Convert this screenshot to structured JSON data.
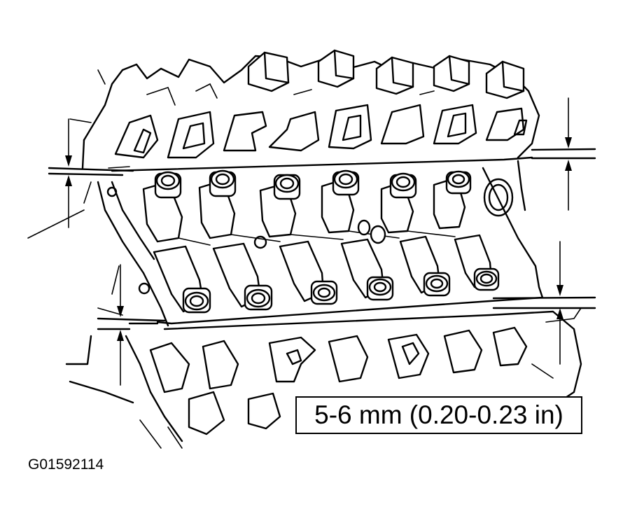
{
  "diagram": {
    "measurement_label": "5-6 mm (0.20-0.23 in)",
    "figure_id": "G01592114",
    "line_color": "#000000",
    "background_color": "#ffffff",
    "elements": [
      "cylinder-head",
      "engine-block",
      "ignition-coils",
      "head-gasket",
      "dimension-arrows"
    ]
  }
}
